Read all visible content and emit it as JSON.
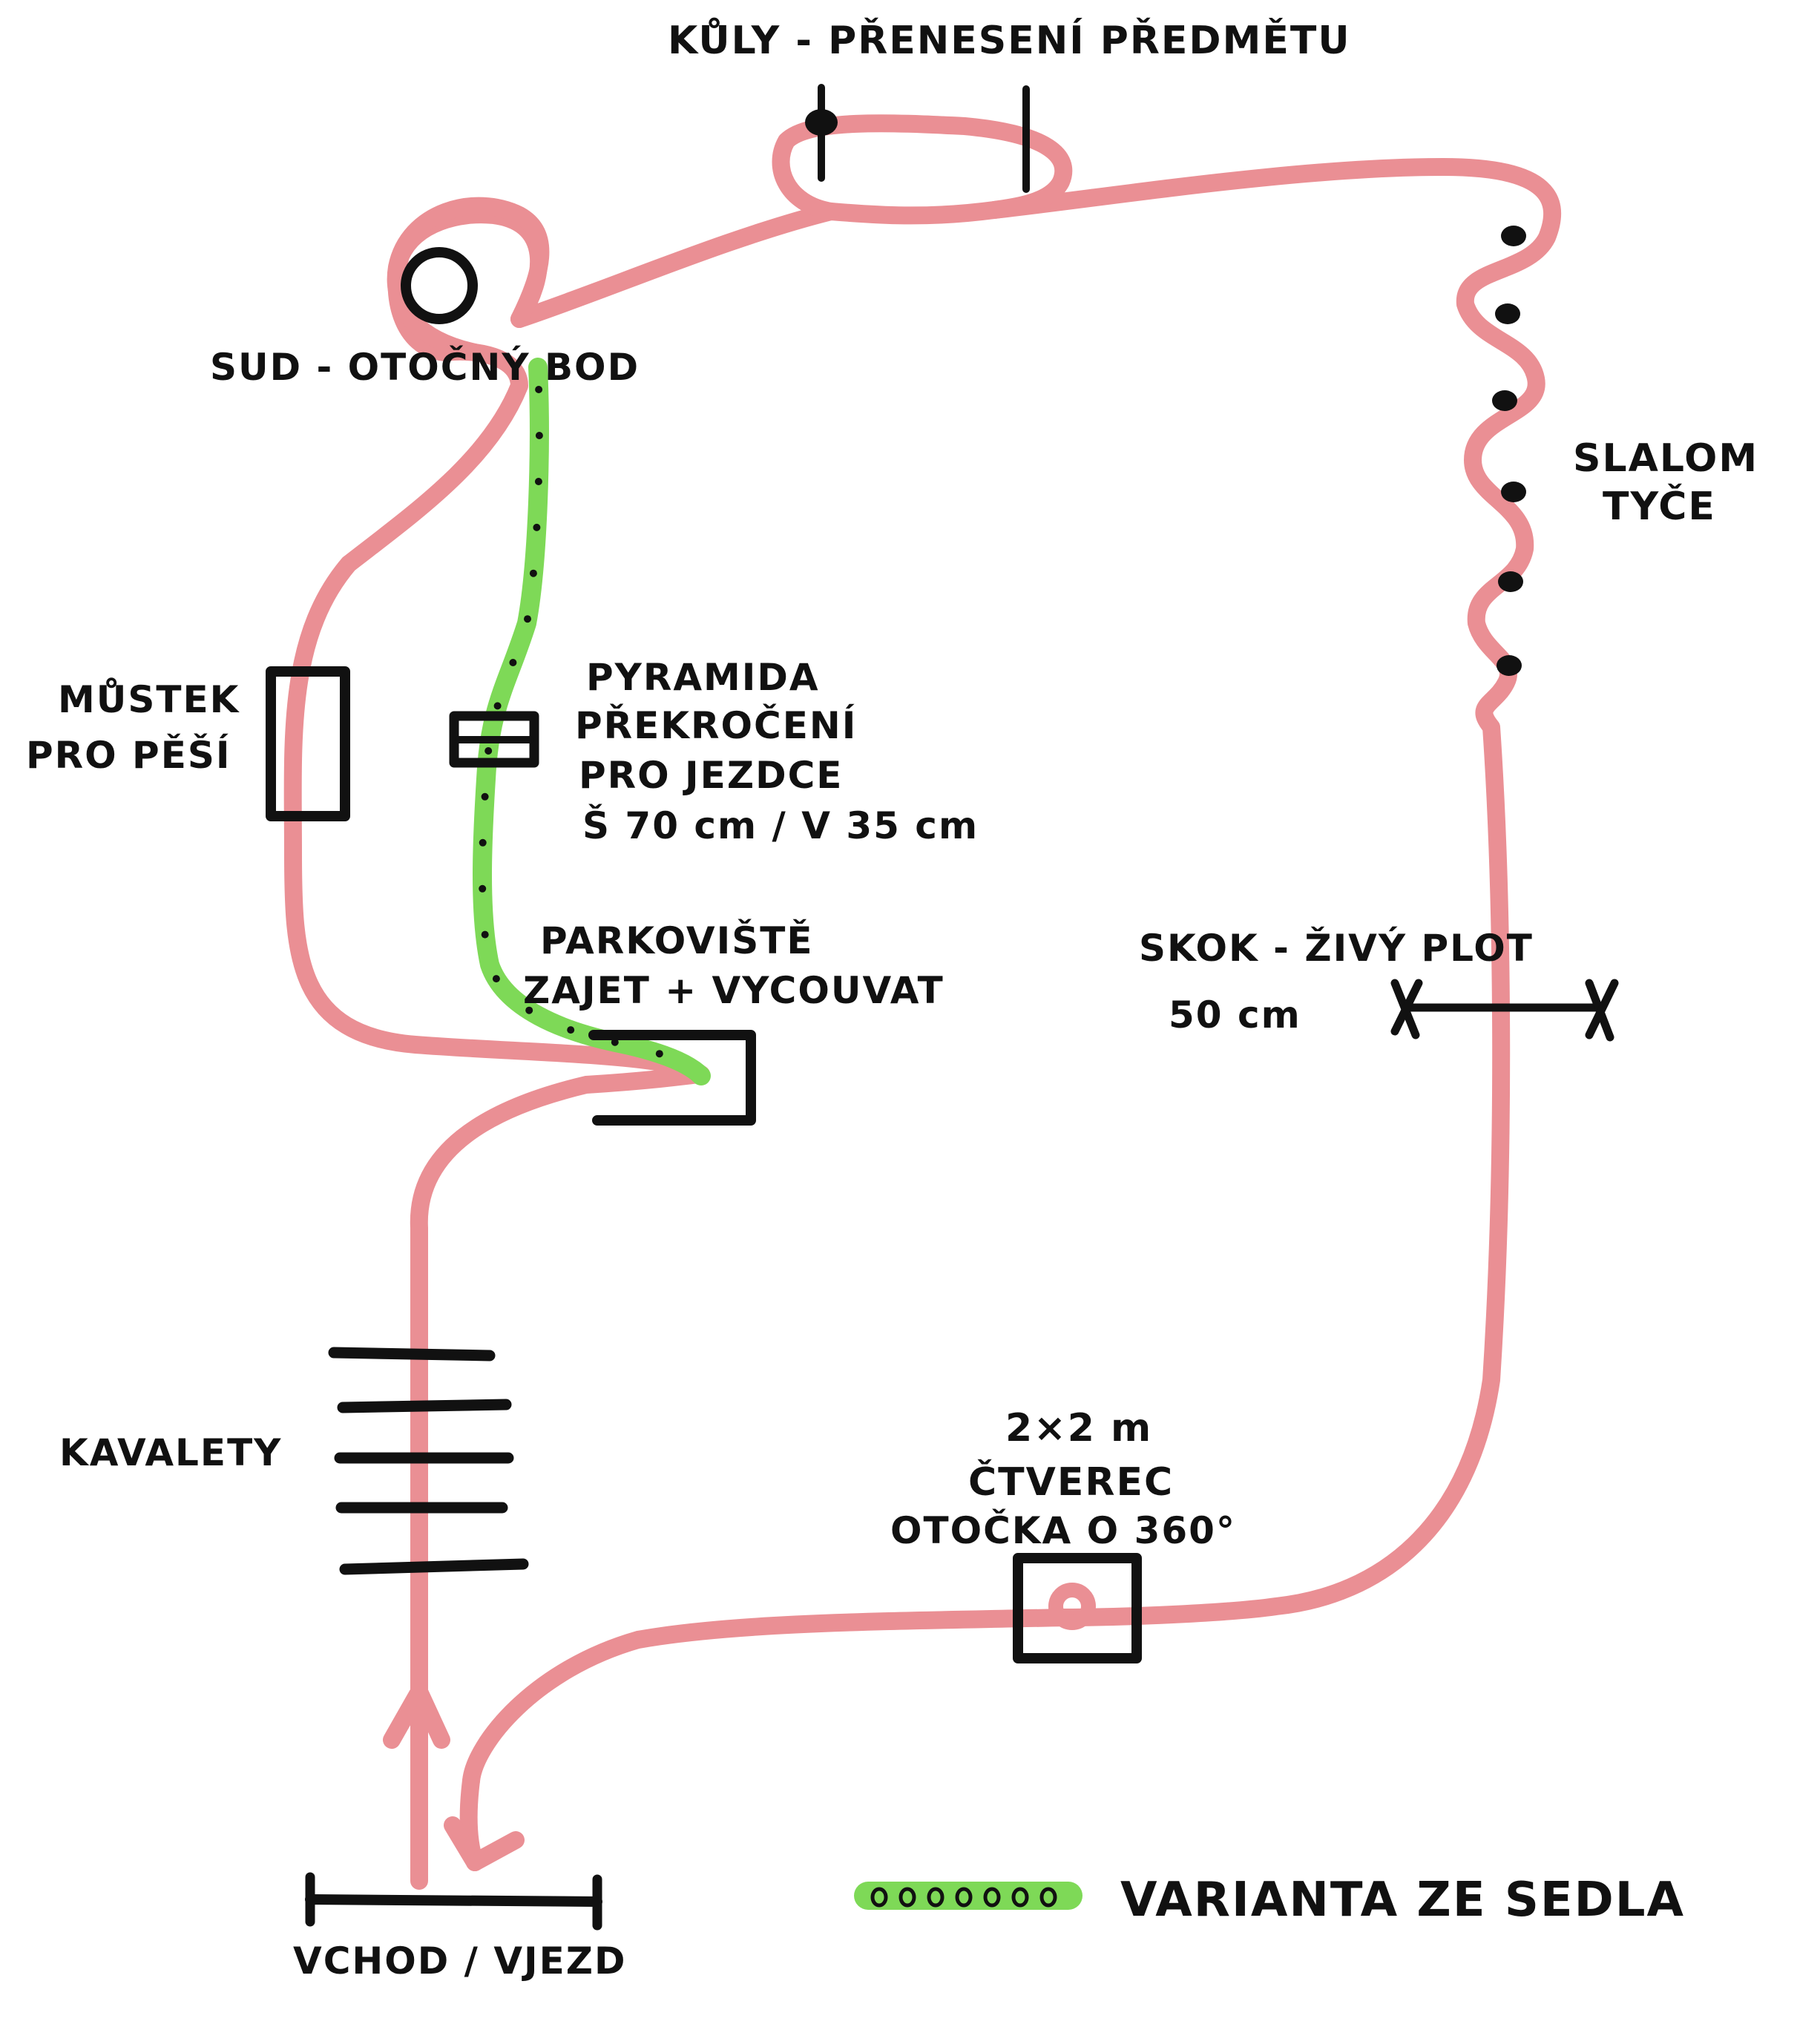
{
  "colors": {
    "route": "#ea8f94",
    "route_inner": "#ef9da2",
    "variant": "#7ed957",
    "ink": "#111111",
    "background": "#ffffff"
  },
  "labels": {
    "kuly": "KŮLY - PŘENESENÍ PŘEDMĚTU",
    "sud": "SUD - OTOČNÝ BOD",
    "slalom_line1": "SLALOM",
    "slalom_line2": "TYČE",
    "mustek_line1": "MŮSTEK",
    "mustek_line2": "PRO PĚŠÍ",
    "pyramida_line1": "PYRAMIDA",
    "pyramida_line2": "PŘEKROČENÍ",
    "pyramida_line3": "PRO JEZDCE",
    "pyramida_line4": "Š 70 cm / V 35 cm",
    "parkoviste_line1": "PARKOVIŠTĚ",
    "parkoviste_line2": "ZAJET + VYCOUVAT",
    "skok_line1": "SKOK - ŽIVÝ PLOT",
    "skok_line2": "50 cm",
    "kavalety": "KAVALETY",
    "ctverec_line1": "2×2 m",
    "ctverec_line2": "ČTVEREC",
    "ctverec_line3": "OTOČKA O 360°",
    "legend": "VARIANTA ZE SEDLA",
    "vchod": "VCHOD / VJEZD"
  },
  "icons": {
    "barrel": "barrel-icon",
    "pole": "pole-icon",
    "slalom_pole": "slalom-pole-icon",
    "bridge": "bridge-icon",
    "pyramid": "pyramid-icon",
    "parking_box": "parking-box-icon",
    "hedge_jump": "hedge-jump-icon",
    "cavaletti": "cavaletti-icon",
    "square_box": "square-box-icon",
    "entrance_gate": "entrance-gate-icon"
  }
}
